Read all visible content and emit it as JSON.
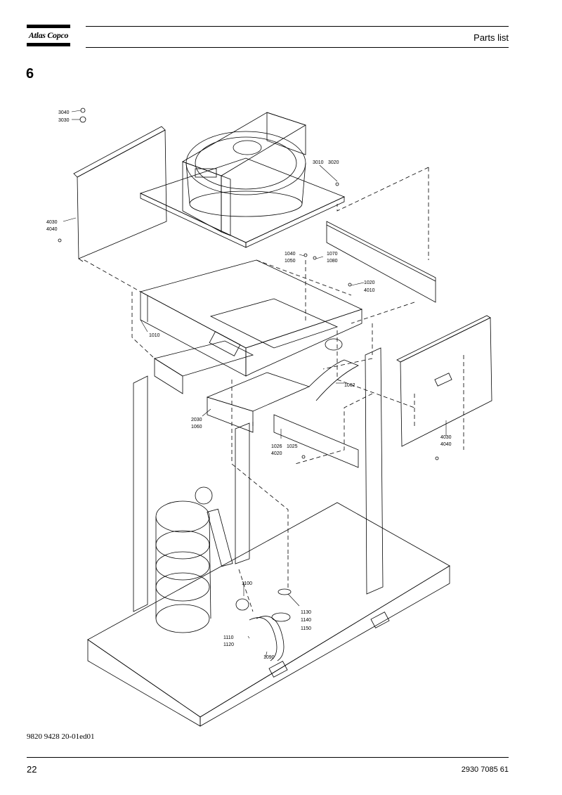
{
  "header": {
    "logo_text": "Atlas Copco",
    "title": "Parts list"
  },
  "section_number": "6",
  "callouts": {
    "c3040": "3040",
    "c3030": "3030",
    "c3010": "3010",
    "c3020": "3020",
    "c4030a": "4030",
    "c4040a": "4040",
    "c1040": "1040",
    "c1050": "1050",
    "c1070": "1070",
    "c1080": "1080",
    "c1020": "1020",
    "c4010": "4010",
    "c1010": "1010",
    "c1062": "1062",
    "c2030": "2030",
    "c1060": "1060",
    "c1026": "1026",
    "c1025": "1025",
    "c4020": "4020",
    "c4030b": "4030",
    "c4040b": "4040",
    "c1100": "1100",
    "c1130": "1130",
    "c1140": "1140",
    "c1150": "1150",
    "c1110": "1110",
    "c1120": "1120",
    "c1090": "1090"
  },
  "footer": {
    "doc_code": "9820 9428 20-01ed01",
    "page_number": "22",
    "doc_number": "2930 7085 61"
  }
}
